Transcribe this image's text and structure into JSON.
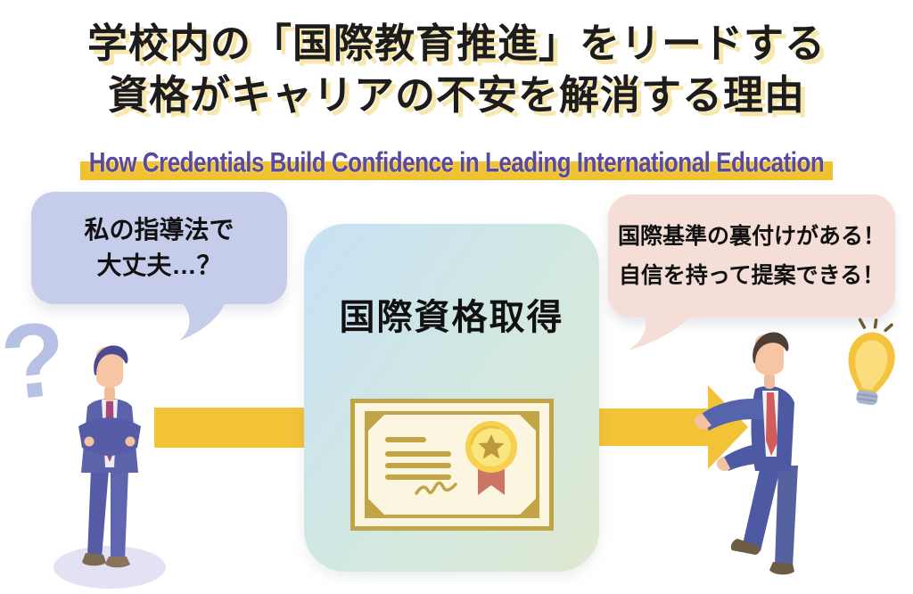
{
  "title": {
    "line1": "学校内の「国際教育推進」をリードする",
    "line2": "資格がキャリアの不安を解消する理由"
  },
  "subtitle": {
    "text": "How Credentials Build Confidence in Leading International Education"
  },
  "flow": {
    "left_bubble": {
      "line1": "私の指導法で",
      "line2": "大丈夫…？"
    },
    "center_box": {
      "label": "国際資格取得"
    },
    "right_bubble": {
      "line1": "国際基準の裏付けがある！",
      "line2": "自信を持って提案できる！"
    }
  },
  "decorations": {
    "question_mark_glyph": "?",
    "icon_names": [
      "question-mark-icon",
      "lightbulb-icon",
      "certificate-icon",
      "medal-icon",
      "arrow-right-icon",
      "worried-teacher-illustration",
      "confident-teacher-illustration"
    ]
  },
  "colors": {
    "title-text": "#1c1c1c",
    "title-highlight": "#f8e7ab",
    "subtitle-text": "#5a4a9e",
    "subtitle-bar": "#f0c22f",
    "left-bubble-bg": "#c6cdeb",
    "right-bubble-bg": "#f4ded7",
    "arrow-yellow": "#f2c237",
    "box-grad-1": "#c8e1f5",
    "box-grad-2": "#d2e8e0",
    "box-grad-3": "#dfe8d1"
  }
}
